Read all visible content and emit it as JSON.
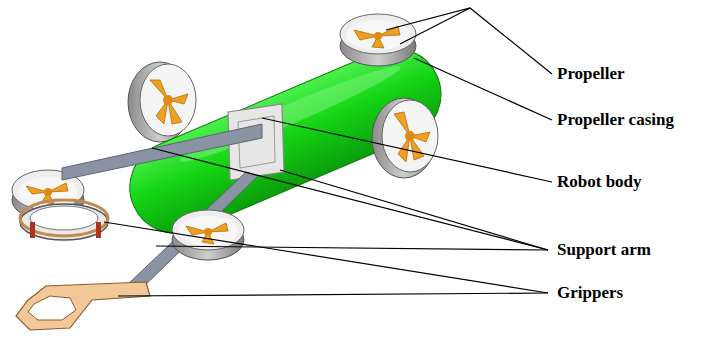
{
  "diagram": {
    "labels": [
      "Propeller",
      "Propeller casing",
      "Robot body",
      "Support arm",
      "Grippers"
    ]
  }
}
